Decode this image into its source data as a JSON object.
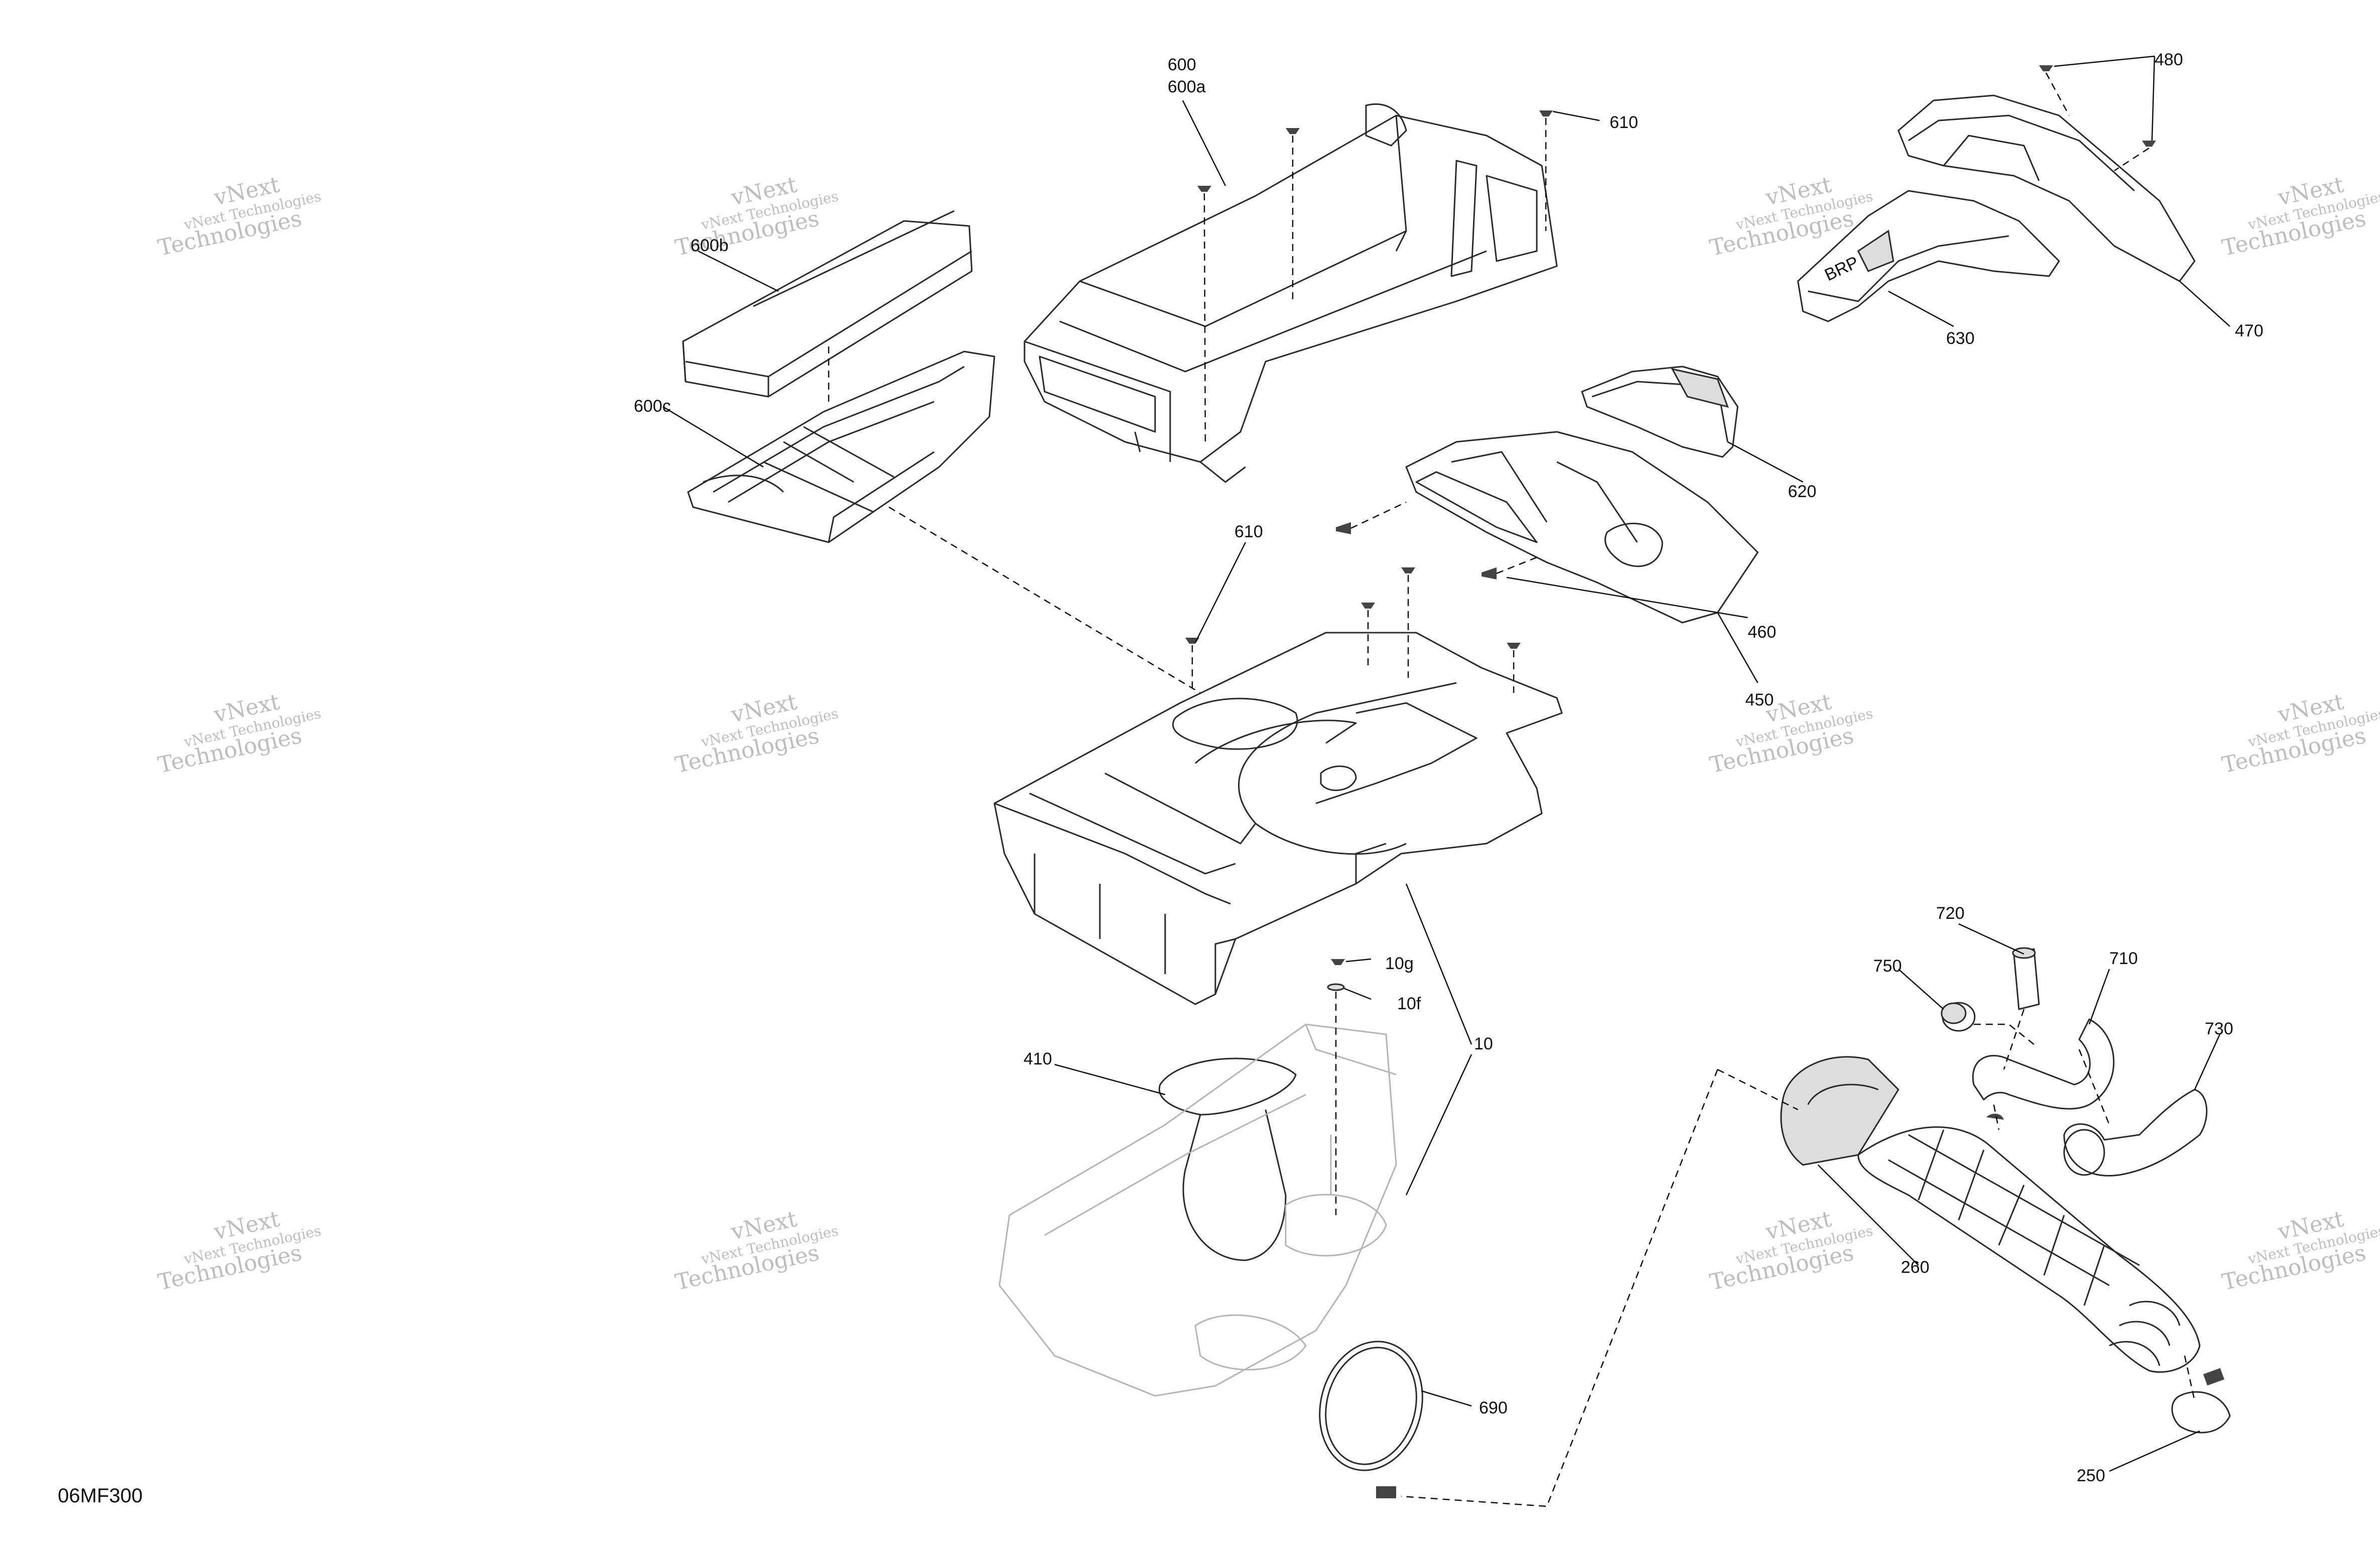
{
  "diagram": {
    "code": "06MF300",
    "watermark": {
      "line1": "vNext Technologies",
      "line2": "vNext",
      "line3": "Technologies"
    },
    "callouts": {
      "c600": "600",
      "c600a": "600a",
      "c600b": "600b",
      "c600c": "600c",
      "c610a": "610",
      "c610b": "610",
      "c480": "480",
      "c470": "470",
      "c630": "630",
      "c620": "620",
      "c460": "460",
      "c450": "450",
      "c10g": "10g",
      "c10f": "10f",
      "c10": "10",
      "c410": "410",
      "c720": "720",
      "c710": "710",
      "c750": "750",
      "c730": "730",
      "c260": "260",
      "c690": "690",
      "c250": "250"
    }
  }
}
